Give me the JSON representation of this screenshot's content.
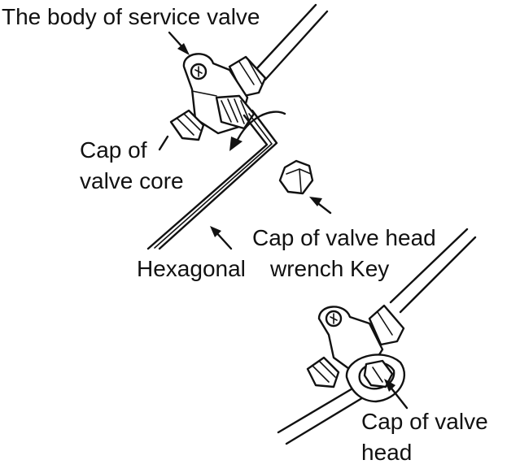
{
  "labels": {
    "body_of_service_valve": "The body of service valve",
    "cap_of_valve_core_line1": "Cap of",
    "cap_of_valve_core_line2": "valve core",
    "cap_of_valve_head_top": "Cap of valve head",
    "hexagonal": "Hexagonal",
    "wrench_key": "wrench Key",
    "cap_of_valve_head_bottom_line1": "Cap of valve",
    "cap_of_valve_head_bottom_line2": "head"
  },
  "colors": {
    "ink": "#111111",
    "background": "#ffffff"
  }
}
